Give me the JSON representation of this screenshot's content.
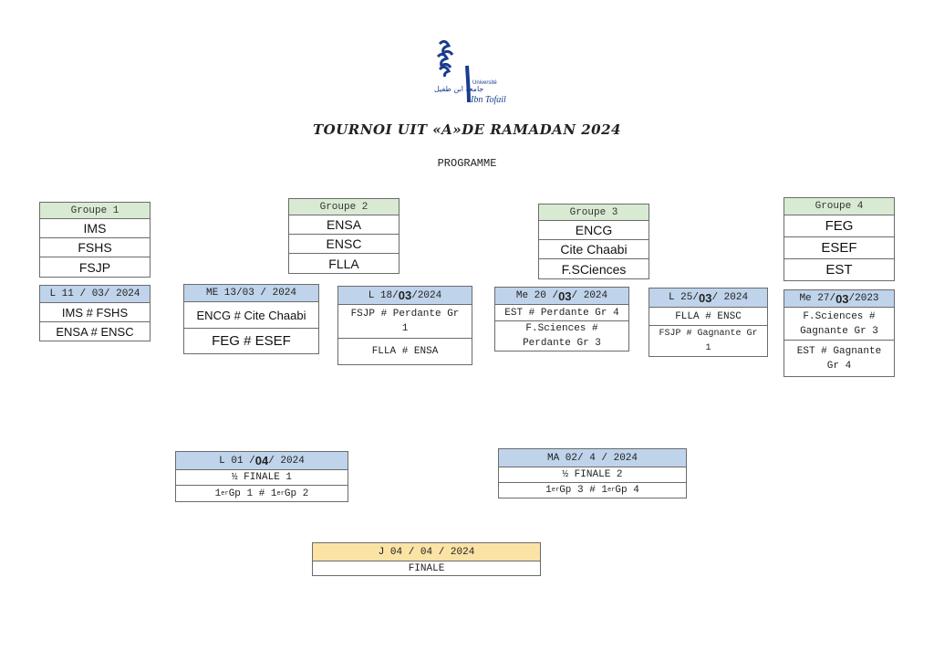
{
  "header": {
    "logo_text_1": "Université",
    "logo_text_2": "Ibn Tofail",
    "logo_text_ar": "جامعة ابن طفيل",
    "title": "TOURNOI UIT «A»DE RAMADAN 2024",
    "subtitle": "PROGRAMME"
  },
  "groups": [
    {
      "label": "Groupe 1",
      "teams": [
        "IMS",
        "FSHS",
        "FSJP"
      ]
    },
    {
      "label": "Groupe 2",
      "teams": [
        "ENSA",
        "ENSC",
        "FLLA"
      ]
    },
    {
      "label": "Groupe 3",
      "teams": [
        "ENCG",
        "Cite Chaabi",
        "F.SCiences"
      ]
    },
    {
      "label": "Groupe 4",
      "teams": [
        "FEG",
        "ESEF",
        "EST"
      ]
    }
  ],
  "matchdays": [
    {
      "date_a": "L 11 / 03/ 2024",
      "matches": [
        "IMS # FSHS",
        "ENSA # ENSC"
      ]
    },
    {
      "date_a": "ME 13/03 / 2024",
      "matches": [
        "ENCG # Cite Chaabi",
        "FEG # ESEF"
      ]
    },
    {
      "date_a": "L 18/",
      "date_b": "03",
      "date_c": " /2024",
      "matches": [
        "FSJP # Perdante Gr 1",
        "FLLA # ENSA"
      ]
    },
    {
      "date_a": "Me 20 /",
      "date_b": "03",
      "date_c": " / 2024",
      "matches": [
        "EST # Perdante Gr 4",
        "F.Sciences # Perdante Gr 3"
      ]
    },
    {
      "date_a": "L 25/ ",
      "date_b": "03",
      "date_c": "/ 2024",
      "matches": [
        "FLLA # ENSC",
        "FSJP # Gagnante Gr 1"
      ]
    },
    {
      "date_a": "Me 27/ ",
      "date_b": "03",
      "date_c": "/2023",
      "matches": [
        "F.Sciences # Gagnante Gr 3",
        "EST # Gagnante Gr 4"
      ]
    }
  ],
  "semis": [
    {
      "date_a": "L 01 / ",
      "date_b": "04",
      "date_c": " / 2024",
      "title": "½ FINALE 1",
      "match": "1er Gp 1 # 1er Gp 2"
    },
    {
      "date": "MA 02/ 4 / 2024",
      "title": "½ FINALE 2",
      "match": "1er Gp 3 # 1er Gp 4"
    }
  ],
  "final": {
    "date": "J 04 / 04 / 2024",
    "title": "FINALE"
  },
  "colors": {
    "group_header": "#d9ead3",
    "date_header": "#bfd3ea",
    "final_header": "#fbe3a6",
    "logo": "#1a3c8f"
  }
}
